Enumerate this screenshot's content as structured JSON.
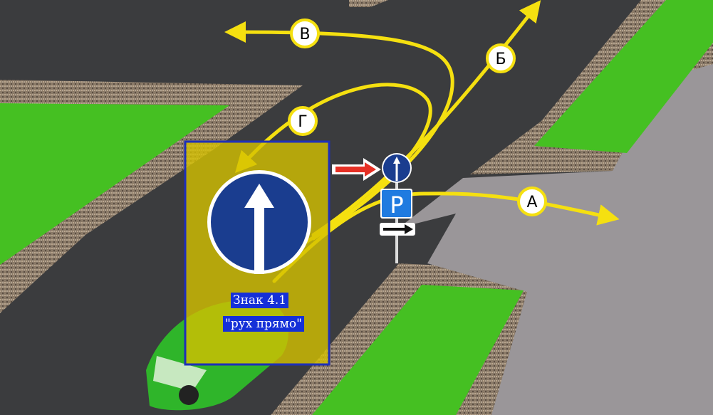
{
  "routes": [
    {
      "id": "A",
      "label": "А"
    },
    {
      "id": "B",
      "label": "Б"
    },
    {
      "id": "V",
      "label": "В"
    },
    {
      "id": "G",
      "label": "Г"
    }
  ],
  "sign_panel": {
    "caption_line1": "Знак 4.1",
    "caption_line2": "\"рух прямо\"",
    "sign_parking_letter": "P"
  },
  "colors": {
    "route": "#f5e010",
    "sign_blue": "#1a3d8f",
    "caption_bg": "#1530d8",
    "panel_border": "#1e2fb8",
    "grass": "#45c022",
    "car": "#2fb52a"
  }
}
